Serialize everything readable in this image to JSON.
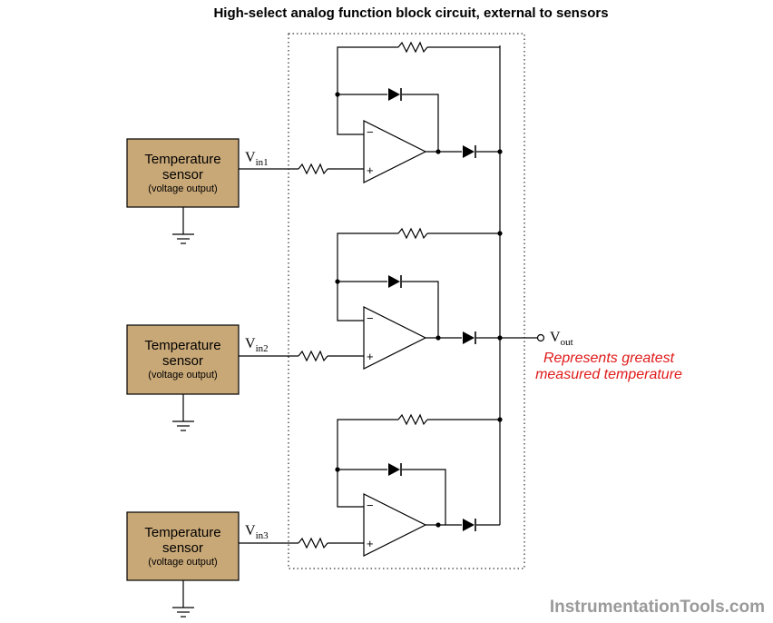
{
  "title": "High-select analog function block circuit, external to sensors",
  "sensors": [
    {
      "name": "Temperature",
      "line2": "sensor",
      "sub": "(voltage output)",
      "v_main": "V",
      "v_sub": "in1"
    },
    {
      "name": "Temperature",
      "line2": "sensor",
      "sub": "(voltage output)",
      "v_main": "V",
      "v_sub": "in2"
    },
    {
      "name": "Temperature",
      "line2": "sensor",
      "sub": "(voltage output)",
      "v_main": "V",
      "v_sub": "in3"
    }
  ],
  "opamp": {
    "minus": "−",
    "plus": "+"
  },
  "output": {
    "v_main": "V",
    "v_sub": "out",
    "note_line1": "Represents greatest",
    "note_line2": "measured temperature"
  },
  "watermark": "InstrumentationTools.com",
  "colors": {
    "sensor_fill": "#c9a877",
    "note": "#e01a1a",
    "watermark": "#9a9a9a"
  }
}
